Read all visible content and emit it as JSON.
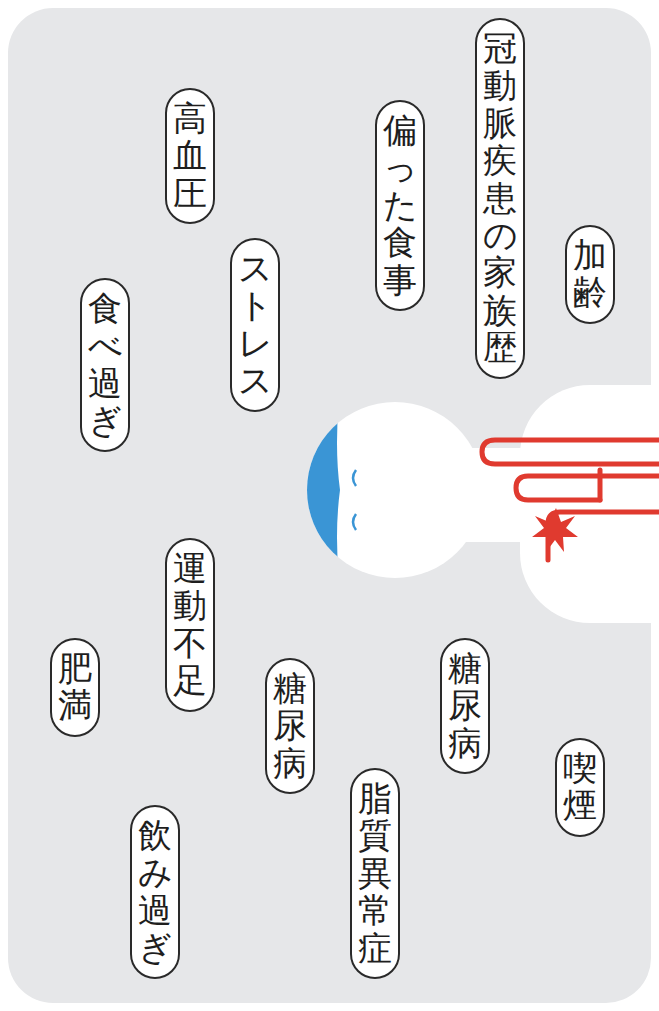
{
  "diagram": {
    "nodes": [
      {
        "text": [
          "加齢"
        ]
      },
      {
        "text": [
          "喫煙"
        ]
      },
      {
        "text": [
          "冠動脈疾患の家族歴"
        ]
      },
      {
        "text": [
          "糖尿病"
        ]
      },
      {
        "text": [
          "偏った食事"
        ]
      },
      {
        "text": [
          "脂質異常症"
        ]
      },
      {
        "text": [
          "糖尿病"
        ]
      },
      {
        "text": [
          "ストレス"
        ]
      },
      {
        "text": [
          "高血圧"
        ]
      },
      {
        "text": [
          "運動不足"
        ]
      },
      {
        "text": [
          "飲み過ぎ"
        ]
      },
      {
        "text": [
          "食べ過ぎ"
        ]
      },
      {
        "text": [
          "肥満"
        ]
      }
    ]
  }
}
